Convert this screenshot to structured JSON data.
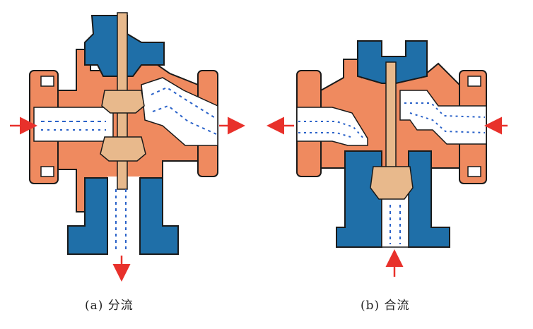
{
  "figure": {
    "panel_a": {
      "caption": "(a) 分流",
      "flow": "diverging",
      "inlet_side": "left",
      "outlets": [
        "right",
        "bottom"
      ]
    },
    "panel_b": {
      "caption": "(b) 合流",
      "flow": "converging",
      "inlets": [
        "right",
        "bottom"
      ],
      "outlet_side": "left"
    }
  },
  "colors": {
    "body_orange": "#ef8a5f",
    "bonnet_blue": "#1f6fa8",
    "stem_tan": "#e8b98c",
    "flow_blue": "#2a62c9",
    "arrow_red": "#e8312b",
    "outline": "#1a1a1a"
  }
}
